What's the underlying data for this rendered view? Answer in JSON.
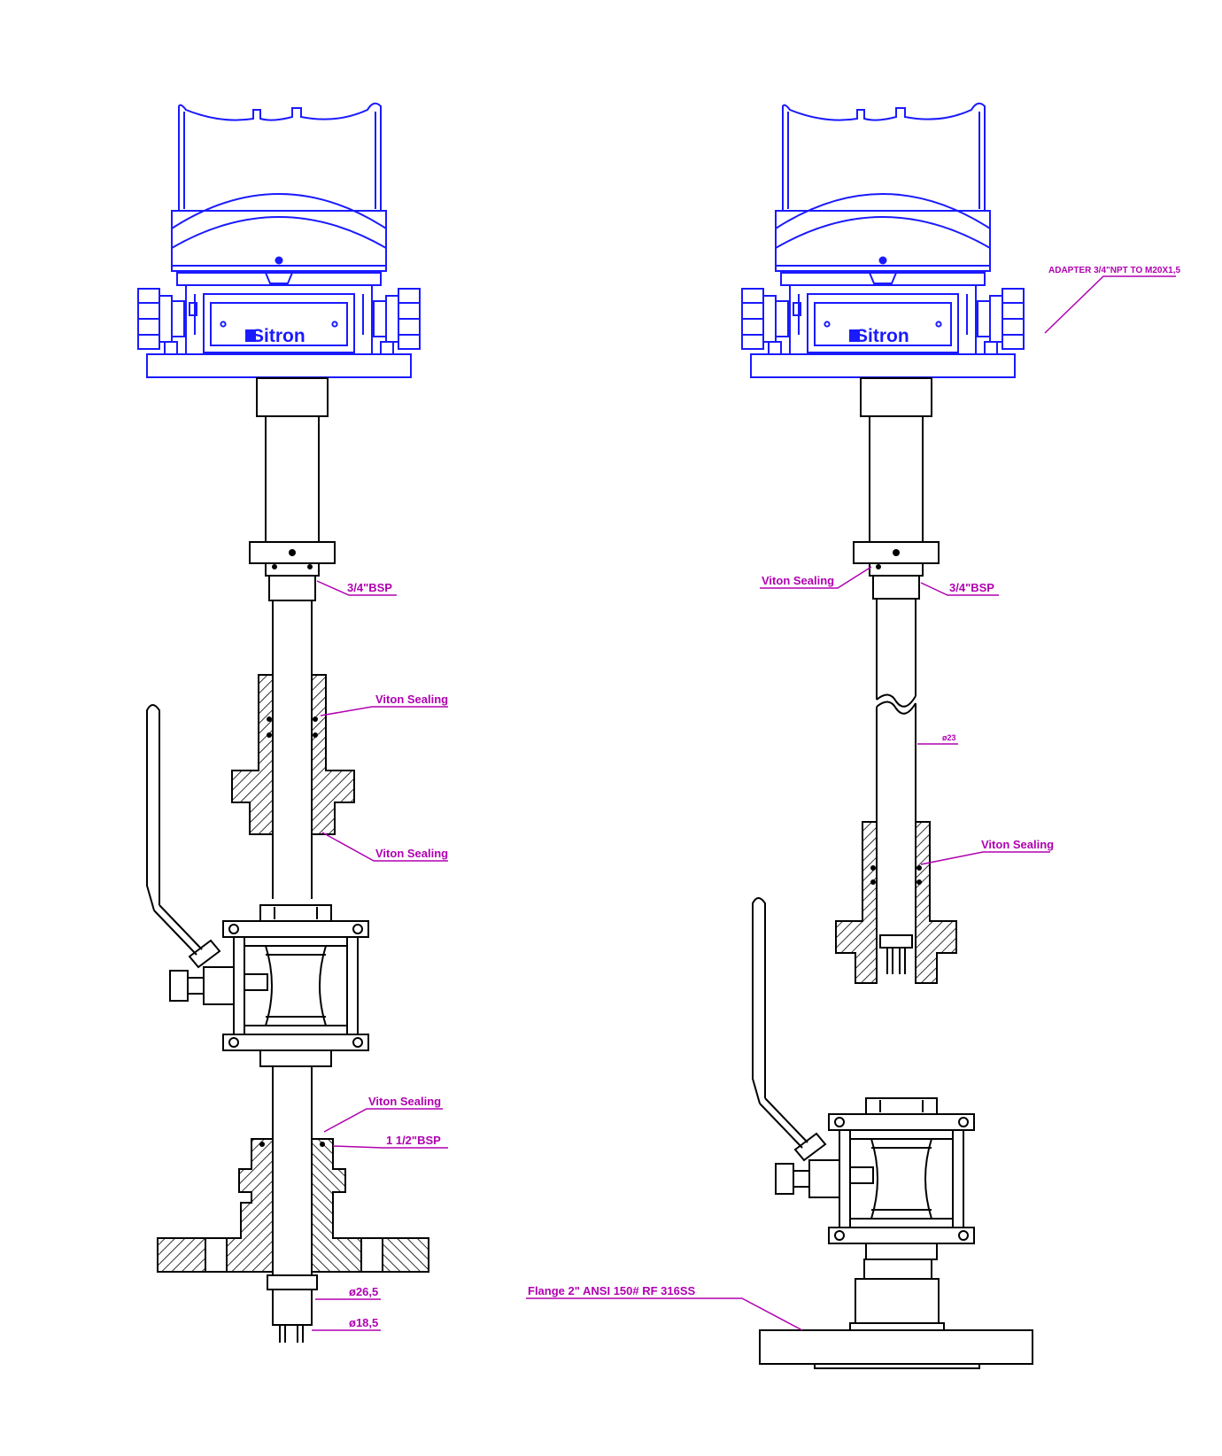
{
  "colors": {
    "housing": "#1a1aff",
    "linework": "#000000",
    "callout": "#b000b0",
    "hatch": "#000000",
    "background": "#ffffff"
  },
  "brand": {
    "logo_text": "Sitron",
    "logo_icon": "square-block-icon"
  },
  "left_view": {
    "callouts": {
      "thread_top": "3/4\"BSP",
      "sealing_upper": "Viton Sealing",
      "sealing_lower": "Viton Sealing",
      "sealing_bottom": "Viton Sealing",
      "thread_bottom": "1 1/2\"BSP",
      "diameter_large": "ø26,5",
      "diameter_small": "ø18,5"
    }
  },
  "right_view": {
    "callouts": {
      "adapter": "ADAPTER 3/4\"NPT TO M20X1,5",
      "sealing_top": "Viton Sealing",
      "thread_top": "3/4\"BSP",
      "diameter": "ø23",
      "sealing_lower": "Viton Sealing",
      "flange": "Flange 2\" ANSI 150# RF 316SS"
    }
  }
}
